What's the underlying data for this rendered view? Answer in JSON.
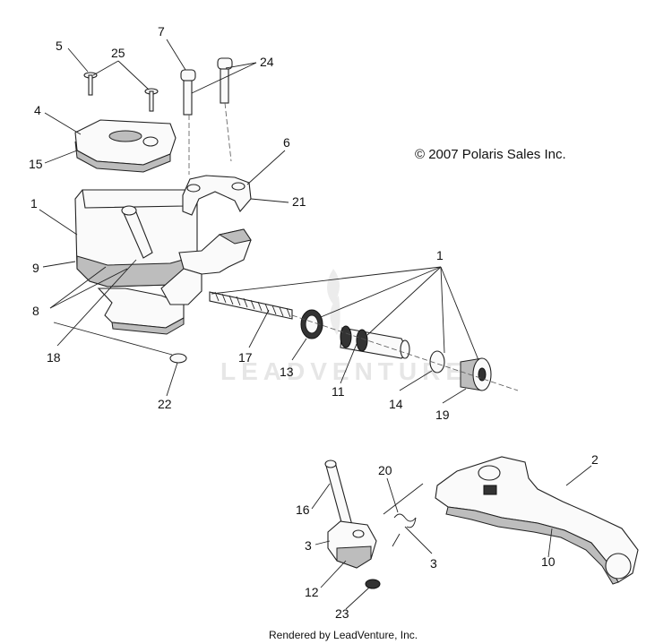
{
  "copyright": "© 2007 Polaris Sales Inc.",
  "watermark": "LEADVENTURE",
  "footer": "Rendered by LeadVenture, Inc.",
  "callouts": {
    "c1a": "1",
    "c1b": "1",
    "c2": "2",
    "c3a": "3",
    "c3b": "3",
    "c4": "4",
    "c5": "5",
    "c6": "6",
    "c7": "7",
    "c8": "8",
    "c9": "9",
    "c10": "10",
    "c11": "11",
    "c12": "12",
    "c13": "13",
    "c14": "14",
    "c15": "15",
    "c16": "16",
    "c17": "17",
    "c18": "18",
    "c19": "19",
    "c20": "20",
    "c21": "21",
    "c22": "22",
    "c23": "23",
    "c24": "24",
    "c25": "25"
  }
}
